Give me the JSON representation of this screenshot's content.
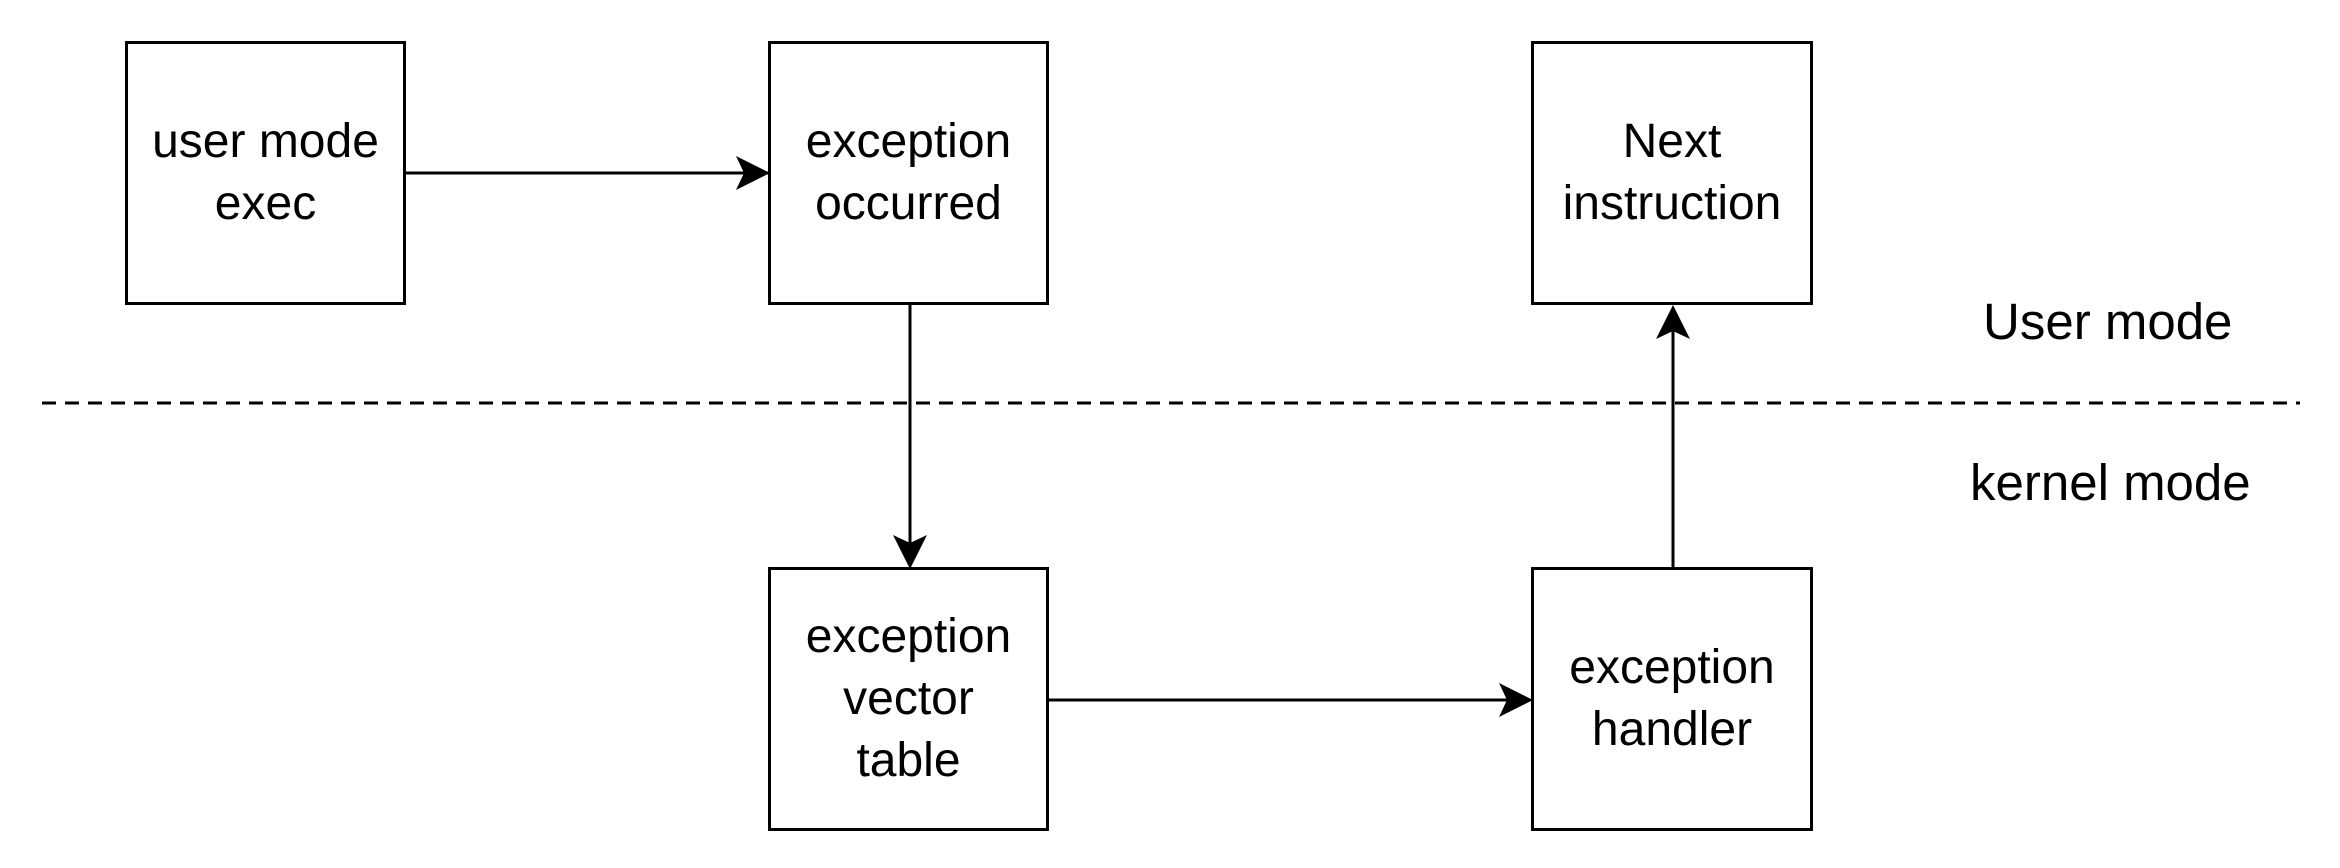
{
  "diagram": {
    "nodes": {
      "user_mode_exec": "user mode\nexec",
      "exception_occurred": "exception\noccurred",
      "next_instruction": "Next\ninstruction",
      "exception_vector_table": "exception\nvector\ntable",
      "exception_handler": "exception\nhandler"
    },
    "zones": {
      "user": "User mode",
      "kernel": "kernel mode"
    },
    "edges": [
      {
        "from": "user_mode_exec",
        "to": "exception_occurred"
      },
      {
        "from": "exception_occurred",
        "to": "exception_vector_table"
      },
      {
        "from": "exception_vector_table",
        "to": "exception_handler"
      },
      {
        "from": "exception_handler",
        "to": "next_instruction"
      }
    ],
    "colors": {
      "stroke": "#000000",
      "background": "#ffffff"
    }
  }
}
